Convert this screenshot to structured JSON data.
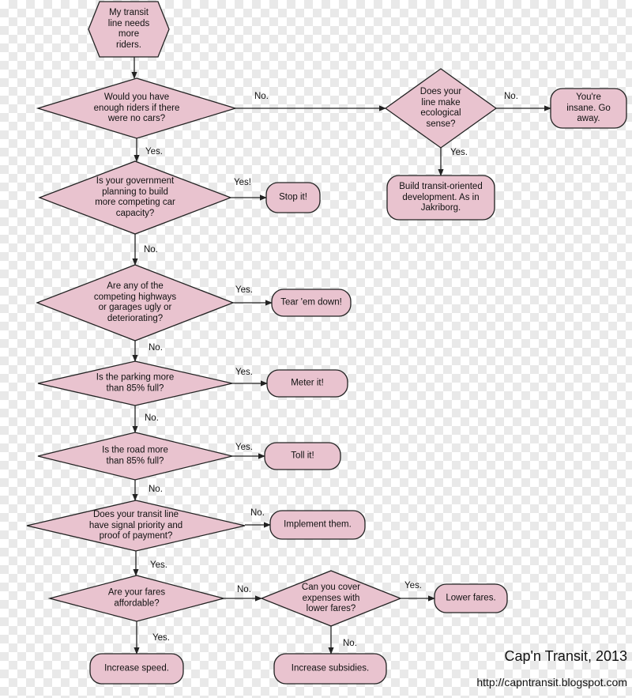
{
  "nodes": {
    "start": "My transit\nline needs\nmore\nriders.",
    "q_no_cars": "Would you have\nenough riders if there\nwere no cars?",
    "q_ecology": "Does your\nline make\necological\nsense?",
    "insane": "You're\ninsane. Go\naway.",
    "tod": "Build transit-oriented\ndevelopment. As in\nJakriborg.",
    "q_govt": "Is your government\nplanning to build\nmore competing car\ncapacity?",
    "stop_it": "Stop it!",
    "q_ugly": "Are any of the\ncompeting highways\nor garages ugly or\ndeteriorating?",
    "tear_down": "Tear 'em down!",
    "q_parking": "Is the parking more\nthan 85% full?",
    "meter_it": "Meter it!",
    "q_road": "Is the road more\nthan 85% full?",
    "toll_it": "Toll it!",
    "q_signal": "Does your transit line\nhave signal priority and\nproof of payment?",
    "implement": "Implement them.",
    "q_fares": "Are your fares\naffordable?",
    "q_cover": "Can you cover\nexpenses with\nlower fares?",
    "lower_fares": "Lower fares.",
    "increase_speed": "Increase speed.",
    "increase_subsidies": "Increase subsidies."
  },
  "edge_labels": {
    "no_cars_no": "No.",
    "ecology_no": "No.",
    "no_cars_yes": "Yes.",
    "ecology_yes": "Yes.",
    "govt_yes": "Yes!",
    "govt_no": "No.",
    "ugly_yes": "Yes.",
    "ugly_no": "No.",
    "parking_yes": "Yes.",
    "parking_no": "No.",
    "road_yes": "Yes.",
    "road_no": "No.",
    "signal_no": "No.",
    "signal_yes": "Yes.",
    "fares_no": "No.",
    "cover_yes": "Yes.",
    "fares_yes": "Yes.",
    "cover_no": "No."
  },
  "credit": {
    "title": "Cap'n Transit, 2013",
    "url": "http://capntransit.blogspot.com"
  },
  "colors": {
    "fill": "#e9c3cf",
    "stroke": "#222222"
  }
}
